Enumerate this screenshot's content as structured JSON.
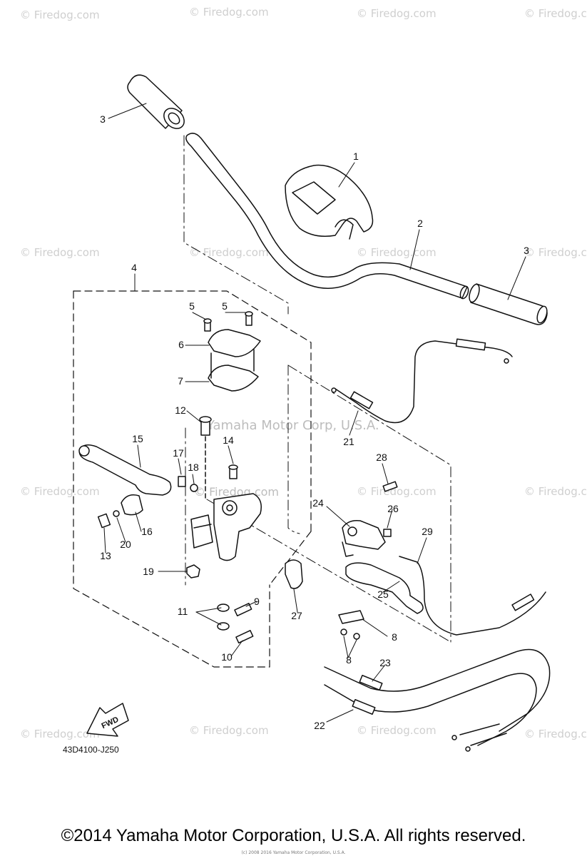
{
  "watermarks": {
    "firedog": "© Firedog.com",
    "center_mid": "Firedog.com",
    "center_copyright": "Yamaha Motor Corp, U.S.A."
  },
  "diagram": {
    "part_labels": [
      "1",
      "2",
      "3",
      "3",
      "4",
      "5",
      "5",
      "6",
      "7",
      "8",
      "8",
      "9",
      "10",
      "11",
      "12",
      "13",
      "14",
      "15",
      "16",
      "17",
      "18",
      "19",
      "20",
      "21",
      "22",
      "23",
      "24",
      "25",
      "26",
      "27",
      "28",
      "29"
    ],
    "fwd_label": "FWD",
    "code": "43D4100-J250"
  },
  "footer": {
    "copyright": "©2014 Yamaha Motor Corporation, U.S.A. All rights reserved.",
    "small_print": "(c) 2008 2016 Yamaha Motor Corporation, U.S.A."
  }
}
